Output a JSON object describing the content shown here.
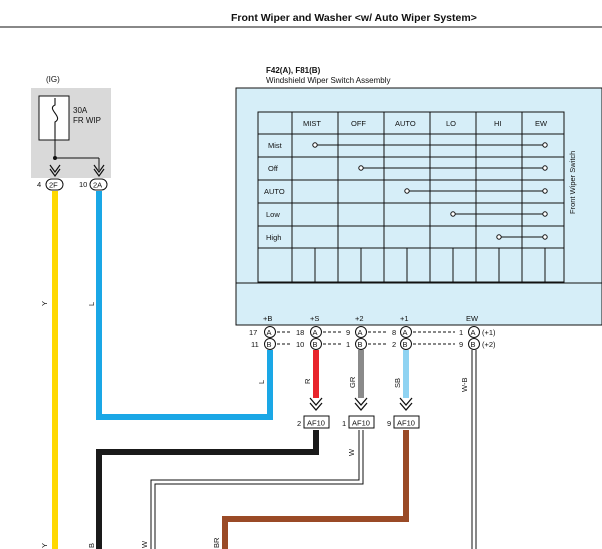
{
  "title": "Front Wiper and Washer <w/ Auto Wiper System>",
  "fuse": {
    "supply": "(IG)",
    "rating": "30A",
    "name": "FR WIP",
    "pins": [
      {
        "num": "4",
        "conn": "2F"
      },
      {
        "num": "10",
        "conn": "2A"
      }
    ]
  },
  "switch": {
    "code": "F42(A), F81(B)",
    "name": "Windshield Wiper Switch Assembly",
    "side_label": "Front Wiper Switch",
    "columns": [
      "MIST",
      "OFF",
      "AUTO",
      "LO",
      "HI",
      "EW"
    ],
    "rows": [
      "Mist",
      "Off",
      "AUTO",
      "Low",
      "High"
    ],
    "terminals": [
      "+B",
      "+S",
      "+2",
      "+1",
      "EW"
    ],
    "pins_a": [
      "17",
      "18",
      "9",
      "8",
      "1"
    ],
    "pins_b": [
      "11",
      "10",
      "1",
      "2",
      "9"
    ],
    "conn_a": "A",
    "conn_b": "B",
    "suffix_a": "(+1)",
    "suffix_b": "(+2)"
  },
  "wires": {
    "left_y": "Y",
    "left_l": "L",
    "l": "L",
    "r": "R",
    "gr": "GR",
    "sb": "SB",
    "wb": "W-B",
    "w": "W",
    "bottom_y": "Y",
    "bottom_b": "B",
    "bottom_w": "W",
    "bottom_br": "BR"
  },
  "connectors": [
    {
      "num": "2",
      "name": "AF10"
    },
    {
      "num": "1",
      "name": "AF10"
    },
    {
      "num": "9",
      "name": "AF10"
    }
  ],
  "colors": {
    "yellow": "#ffd800",
    "blue": "#1aa7e6",
    "red": "#e8242b",
    "gray": "#8a8a8a",
    "sky": "#8fd3f2",
    "brown": "#9a4a26",
    "black": "#1a1a1a",
    "panel": "#d6eef8"
  }
}
